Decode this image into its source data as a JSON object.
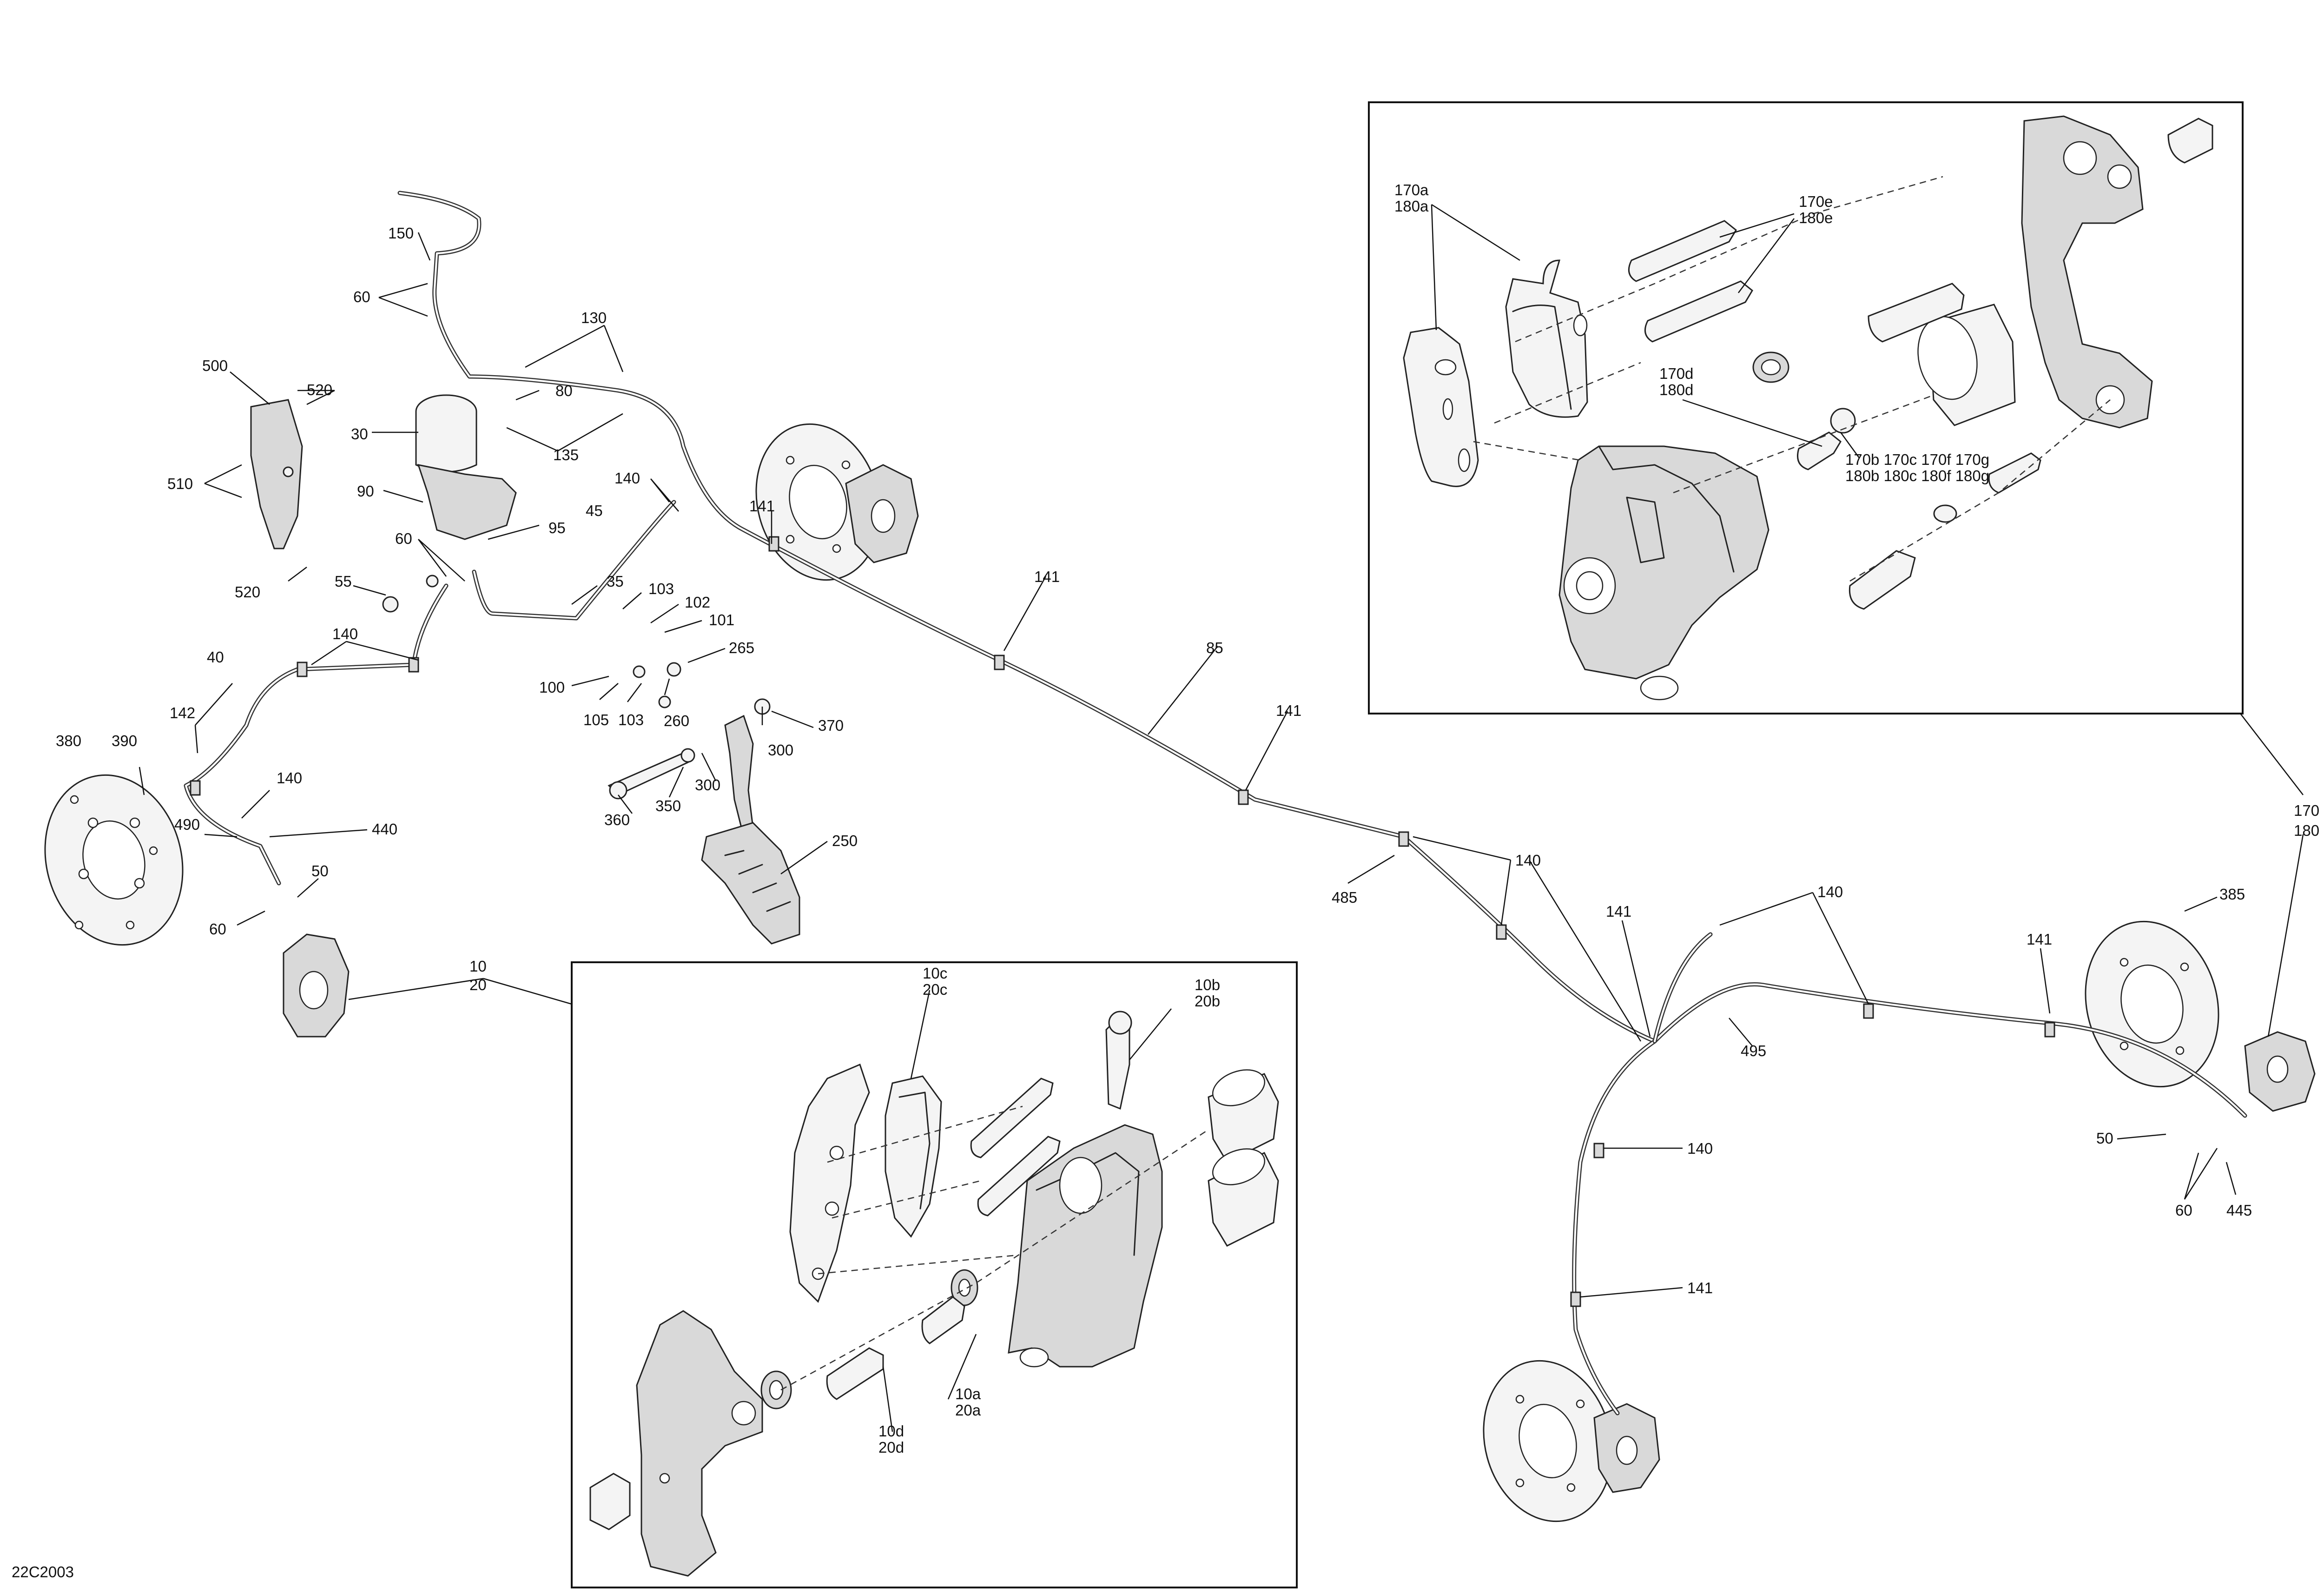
{
  "drawing_code": "22C2003",
  "callouts": {
    "c150": "150",
    "c60a": "60",
    "c130": "130",
    "c80": "80",
    "c500": "500",
    "c520a": "520",
    "c30": "30",
    "c135": "135",
    "c510": "510",
    "c90": "90",
    "c95": "95",
    "c140a": "140",
    "c45": "45",
    "c60b": "60",
    "c520b": "520",
    "c55": "55",
    "c35": "35",
    "c103a": "103",
    "c102": "102",
    "c101": "101",
    "c265": "265",
    "c100": "100",
    "c105": "105",
    "c103b": "103",
    "c260": "260",
    "c370": "370",
    "c300a": "300",
    "c300b": "300",
    "c350": "350",
    "c360": "360",
    "c250": "250",
    "c140b": "140",
    "c40": "40",
    "c142": "142",
    "c380": "380",
    "c390": "390",
    "c140c": "140",
    "c490": "490",
    "c440": "440",
    "c50a": "50",
    "c60c": "60",
    "c10_20": [
      "10",
      "20"
    ],
    "c141a": "141",
    "c141b": "141",
    "c141c": "141",
    "c85": "85",
    "c485": "485",
    "c140d": "140",
    "c141d": "141",
    "c140e": "140",
    "c495": "495",
    "c141e": "141",
    "c385": "385",
    "c170_180": [
      "170",
      "180"
    ],
    "c50b": "50",
    "c60d": "60",
    "c445": "445",
    "c140f": "140",
    "c141f": "141"
  },
  "detail_front": {
    "c10c_20c": [
      "10c",
      "20c"
    ],
    "c10b_20b": [
      "10b",
      "20b"
    ],
    "c10a_20a": [
      "10a",
      "20a"
    ],
    "c10d_20d": [
      "10d",
      "20d"
    ]
  },
  "detail_rear": {
    "c170a_180a": [
      "170a",
      "180a"
    ],
    "c170e_180e": [
      "170e",
      "180e"
    ],
    "c170d_180d": [
      "170d",
      "180d"
    ],
    "c170b_group": [
      "170b 170c 170f 170g",
      "180b 180c 180f 180g"
    ]
  }
}
